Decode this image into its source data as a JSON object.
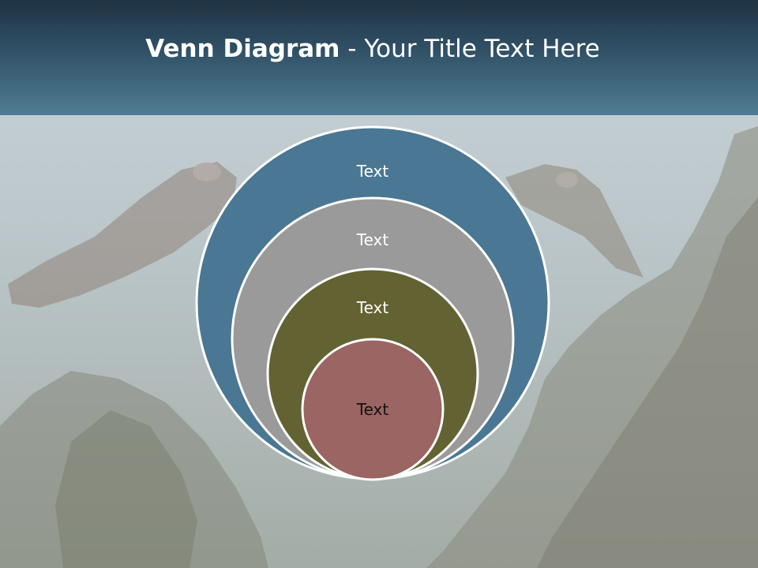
{
  "slide": {
    "title_bold": "Venn Diagram",
    "title_rest": " - Your Title Text Here"
  },
  "venn": {
    "rings": [
      {
        "label": "Text",
        "color": "#4a7793",
        "text_color": "#ffffff"
      },
      {
        "label": "Text",
        "color": "#9a9a9a",
        "text_color": "#ffffff"
      },
      {
        "label": "Text",
        "color": "#636232",
        "text_color": "#ffffff"
      },
      {
        "label": "Text",
        "color": "#9a6562",
        "text_color": "#111111"
      }
    ],
    "stroke_color": "#ffffff"
  }
}
